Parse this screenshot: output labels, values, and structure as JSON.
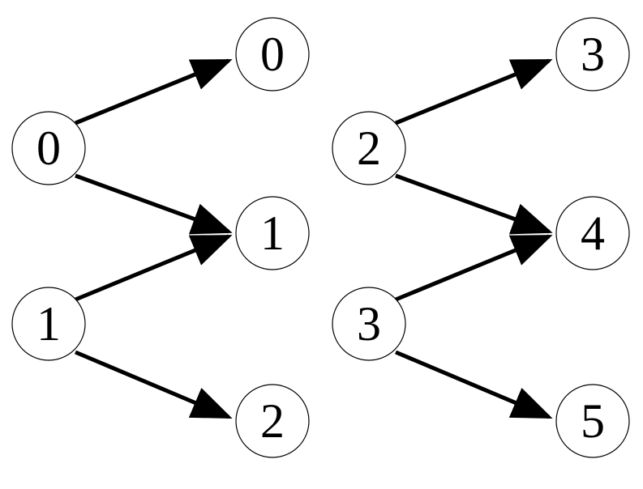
{
  "diagram": {
    "groups": [
      {
        "name": "left",
        "sources": [
          {
            "id": "L-src-0",
            "label": "0"
          },
          {
            "id": "L-src-1",
            "label": "1"
          }
        ],
        "targets": [
          {
            "id": "L-tgt-0",
            "label": "0"
          },
          {
            "id": "L-tgt-1",
            "label": "1"
          },
          {
            "id": "L-tgt-2",
            "label": "2"
          }
        ],
        "edges": [
          {
            "from": "L-src-0",
            "to": "L-tgt-0"
          },
          {
            "from": "L-src-0",
            "to": "L-tgt-1"
          },
          {
            "from": "L-src-1",
            "to": "L-tgt-1"
          },
          {
            "from": "L-src-1",
            "to": "L-tgt-2"
          }
        ]
      },
      {
        "name": "right",
        "sources": [
          {
            "id": "R-src-2",
            "label": "2"
          },
          {
            "id": "R-src-3",
            "label": "3"
          }
        ],
        "targets": [
          {
            "id": "R-tgt-3",
            "label": "3"
          },
          {
            "id": "R-tgt-4",
            "label": "4"
          },
          {
            "id": "R-tgt-5",
            "label": "5"
          }
        ],
        "edges": [
          {
            "from": "R-src-2",
            "to": "R-tgt-3"
          },
          {
            "from": "R-src-2",
            "to": "R-tgt-4"
          },
          {
            "from": "R-src-3",
            "to": "R-tgt-4"
          },
          {
            "from": "R-src-3",
            "to": "R-tgt-5"
          }
        ]
      }
    ],
    "colors": {
      "stroke": "#000000",
      "fill": "#ffffff"
    }
  }
}
